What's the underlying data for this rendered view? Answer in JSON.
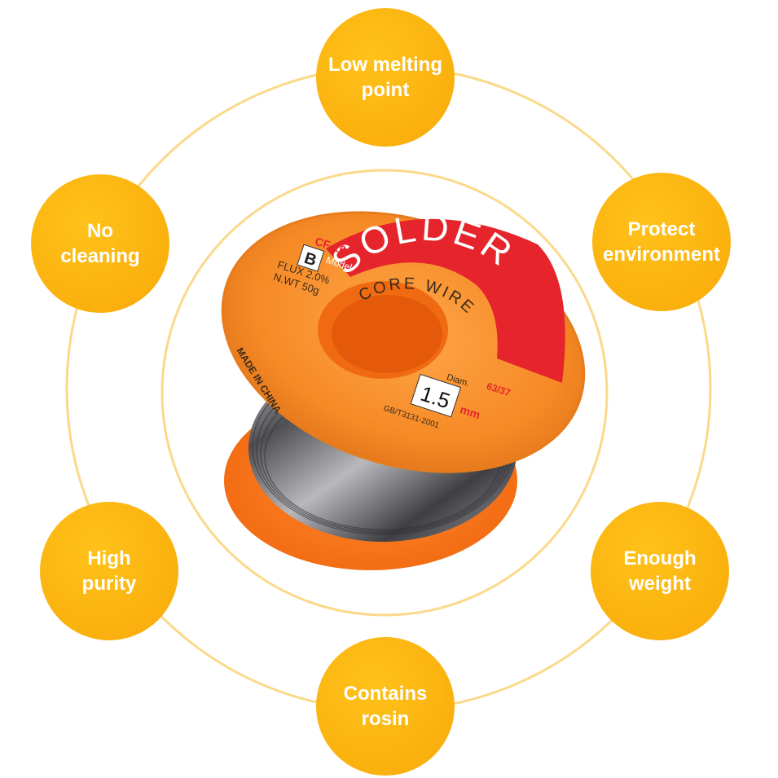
{
  "colors": {
    "accent_yellow": "#fbb30f",
    "ring_yellow": "#fbd98a",
    "spool_orange": "#f68a25",
    "label_red": "#e5252b",
    "wire_gray": "#6c6c70"
  },
  "features": [
    {
      "label": "Low melting\npoint"
    },
    {
      "label": "No\ncleaning"
    },
    {
      "label": "Protect\nenvironment"
    },
    {
      "label": "High\npurity"
    },
    {
      "label": "Enough\nweight"
    },
    {
      "label": "Contains\nrosin"
    }
  ],
  "spool": {
    "brand": "SOLDER",
    "subtitle": "CORE WIRE",
    "model_code": "CF-10",
    "model_label": "Model",
    "model_value": "B",
    "flux": "FLUX 2.0%",
    "net_weight": "N.WT 50g",
    "origin": "MADE IN CHINA",
    "alloy": "63/37",
    "diam_label": "Diam.",
    "diam_value": "1.5",
    "diam_unit": "mm",
    "standard": "GB/T3131-2001"
  }
}
